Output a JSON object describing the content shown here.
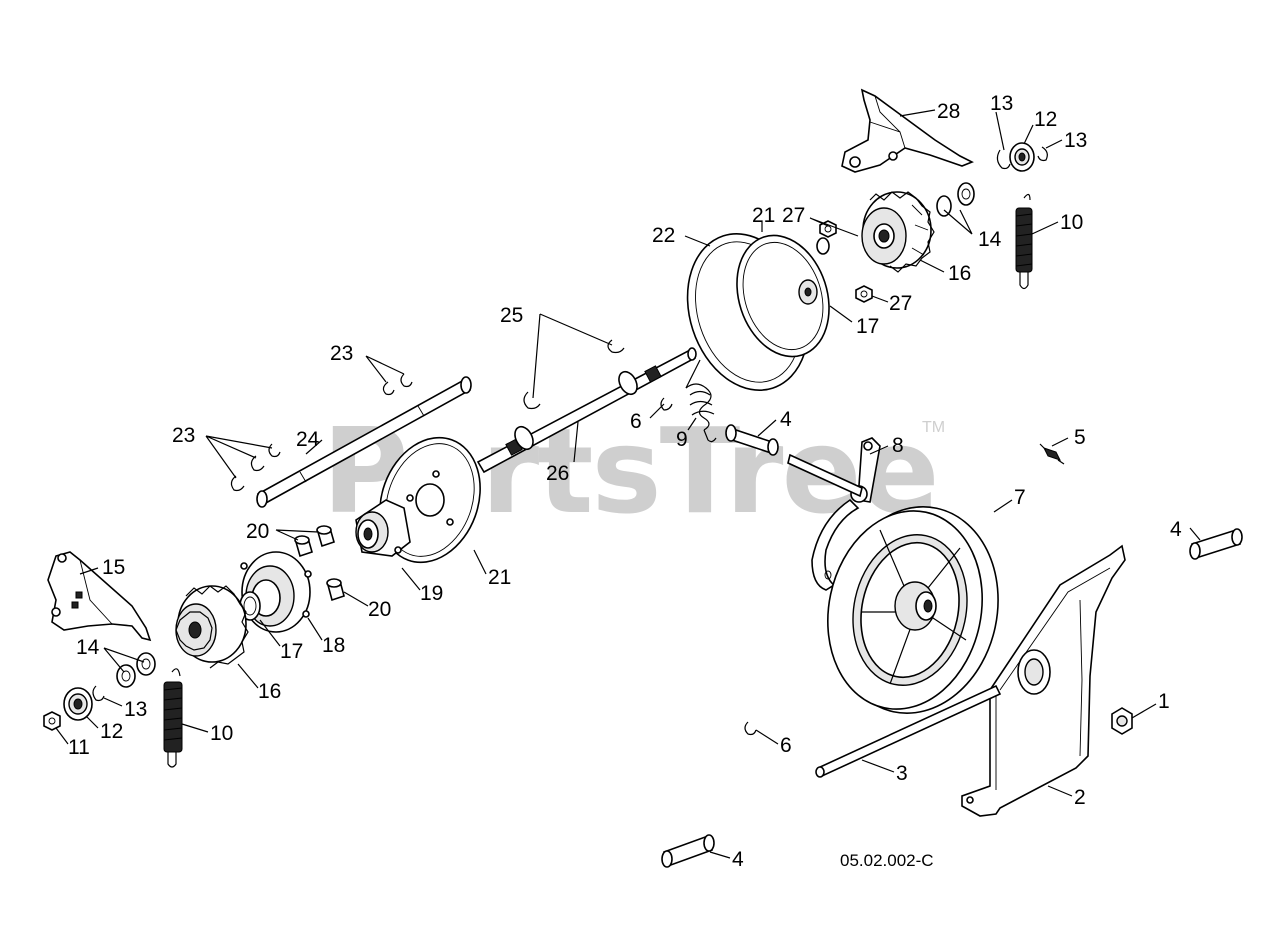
{
  "watermark": {
    "brand": "PartsTree",
    "trademark": "TM"
  },
  "diagram_code": "05.02.002-C",
  "callouts": {
    "c28": "28",
    "c13a": "13",
    "c12a": "12",
    "c13b": "13",
    "c21a": "21",
    "c27a": "27",
    "c22": "22",
    "c14a": "14",
    "c10a": "10",
    "c16a": "16",
    "c27b": "27",
    "c17a": "17",
    "c25": "25",
    "c23a": "23",
    "c6a": "6",
    "c9": "9",
    "c4a": "4",
    "c8": "8",
    "c5": "5",
    "c23b": "23",
    "c24": "24",
    "c26": "26",
    "c7": "7",
    "c4b": "4",
    "c20a": "20",
    "c15": "15",
    "c20b": "20",
    "c19": "19",
    "c21b": "21",
    "c17b": "17",
    "c18": "18",
    "c14b": "14",
    "c16b": "16",
    "c13c": "13",
    "c12b": "12",
    "c10b": "10",
    "c11": "11",
    "c1": "1",
    "c6b": "6",
    "c3": "3",
    "c2": "2",
    "c4c": "4"
  }
}
